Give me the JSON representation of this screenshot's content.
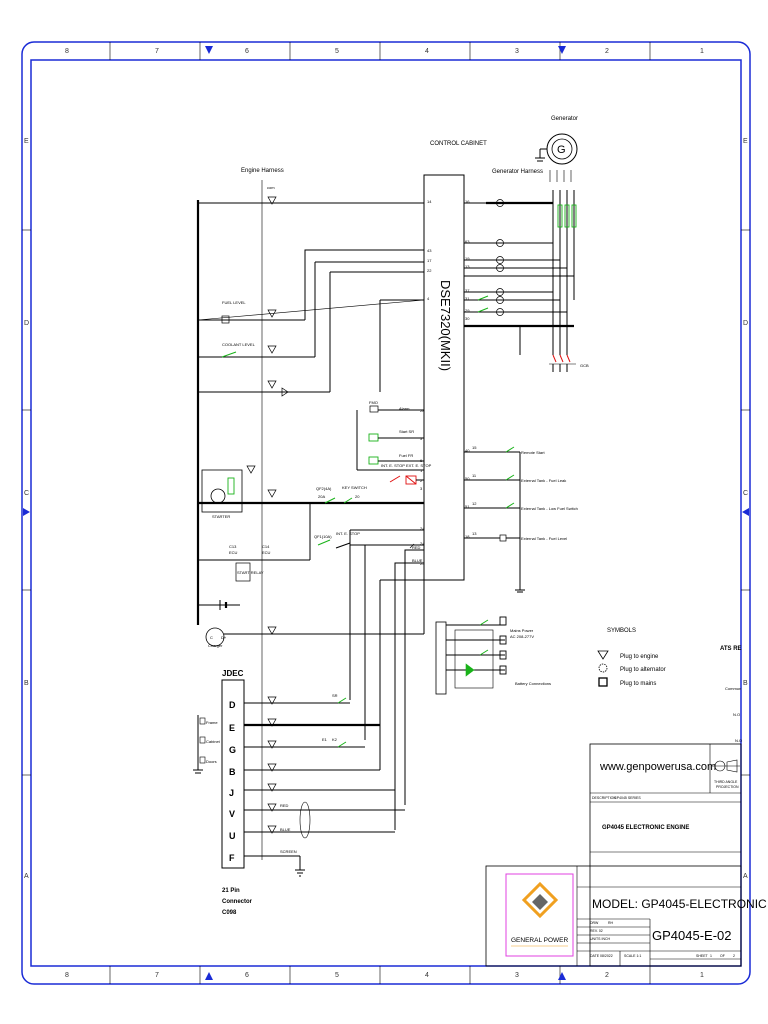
{
  "border": {
    "top_numbers": [
      "8",
      "7",
      "6",
      "5",
      "4",
      "3",
      "2",
      "1"
    ],
    "side_letters": [
      "E",
      "D",
      "C",
      "B",
      "A"
    ]
  },
  "title_top": "CONTROL CABINET",
  "engine_harness": "Engine Harness",
  "generator": "Generator",
  "generator_harness": "Generator Harness",
  "controller": "DSE7320(MKII)",
  "com_label": "com",
  "left_labels": {
    "fuel_level": "FUEL LEVEL",
    "coolant_level": "COOLANT LEVEL",
    "starter": "STARTER",
    "ecu1": "ECU",
    "ecu2": "ECU",
    "c13": "C13",
    "c14": "C14",
    "start_relay": "START RELAY",
    "charger_c": "C",
    "charger_d": "D+",
    "charger": "Charger"
  },
  "mid_labels": {
    "fmo": "FMO",
    "alarm": "Alarm",
    "start_sr": "Start SR",
    "fuel_fr": "Fuel  FR",
    "int_stop_ext_stop": "INT. E. STOP  EXT. E. STOP",
    "qf2": "QF2(4A)",
    "key_switch": "KEY SWITCH",
    "k20a": "20A",
    "k20": "20",
    "qf1": "QF1(10A)",
    "int_e_stop": "INT. E. STOP",
    "red": "RED",
    "blue": "BLUE",
    "sr": "SR",
    "e1": "E1",
    "k2": "K2"
  },
  "right_labels": {
    "remote_start": "Remote Start",
    "ext_fuel_leak": "External Tank - Fuel Leak",
    "ext_low_fuel": "External Tank - Low Fuel Switch",
    "ext_fuel_level": "External Tank - Fuel Level",
    "gcb": "GCB",
    "mains_power": "Mains Power",
    "mains_voltage": "AC 208-277V",
    "battery_connections": "Battery Connections"
  },
  "jdec": {
    "title": "JDEC",
    "pins": [
      "D",
      "E",
      "G",
      "B",
      "J",
      "V",
      "U",
      "F"
    ],
    "wire_labels": {
      "sr": "SR",
      "e1": "E1",
      "k2": "K2",
      "red": "RED",
      "blue": "BLUE",
      "screen": "SCREEN"
    },
    "connector": [
      "21 Pin",
      "Connector",
      "C098"
    ],
    "grounds": [
      "Frame",
      "Cabinet",
      "Doors"
    ]
  },
  "symbols": {
    "title": "SYMBOLS",
    "items": [
      "Plug to engine",
      "Plug to alternator",
      "Plug to mains"
    ],
    "ats_label": "ATS RE",
    "comm": "Commun",
    "no1": "N.O",
    "no2": "N.O"
  },
  "title_block": {
    "website": "www.genpowerusa.com",
    "projection": [
      "THIRD ANGLE",
      "PROJECTION"
    ],
    "description_label": "DESCRIPTION",
    "description_value": "GP4045 SERIES",
    "main_desc": "GP4045 ELECTRONIC ENGINE",
    "model": "MODEL:  GP4045-ELECTRONIC",
    "drawing_no": "GP4045-E-02",
    "rows": [
      {
        "label": "DRW",
        "value": "RH"
      },
      {
        "label": "REV. 02",
        "value": ""
      },
      {
        "label": "UNITS  INCH",
        "value": ""
      },
      {
        "label": "DATE  08/2022",
        "value": "SCALE 1:1"
      }
    ],
    "sheet": {
      "label": "SHEET",
      "num": "1",
      "of": "OF",
      "total": "2"
    },
    "logo_text": "GENERAL POWER"
  },
  "colors": {
    "border": "#1a2bd6",
    "green": "#19b319",
    "red": "#e01010",
    "blue_wire": "#2038c8",
    "logo_orange": "#f0a020",
    "logo_frame": "#e040e0"
  }
}
